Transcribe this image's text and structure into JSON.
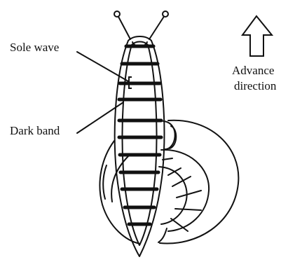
{
  "labels": {
    "sole_wave": "Sole wave",
    "dark_band": "Dark band",
    "advance_line1": "Advance",
    "advance_line2": "direction"
  },
  "icons": {
    "arrow": "up-arrow-outline-icon"
  },
  "colors": {
    "ink": "#111111",
    "background": "#ffffff"
  }
}
